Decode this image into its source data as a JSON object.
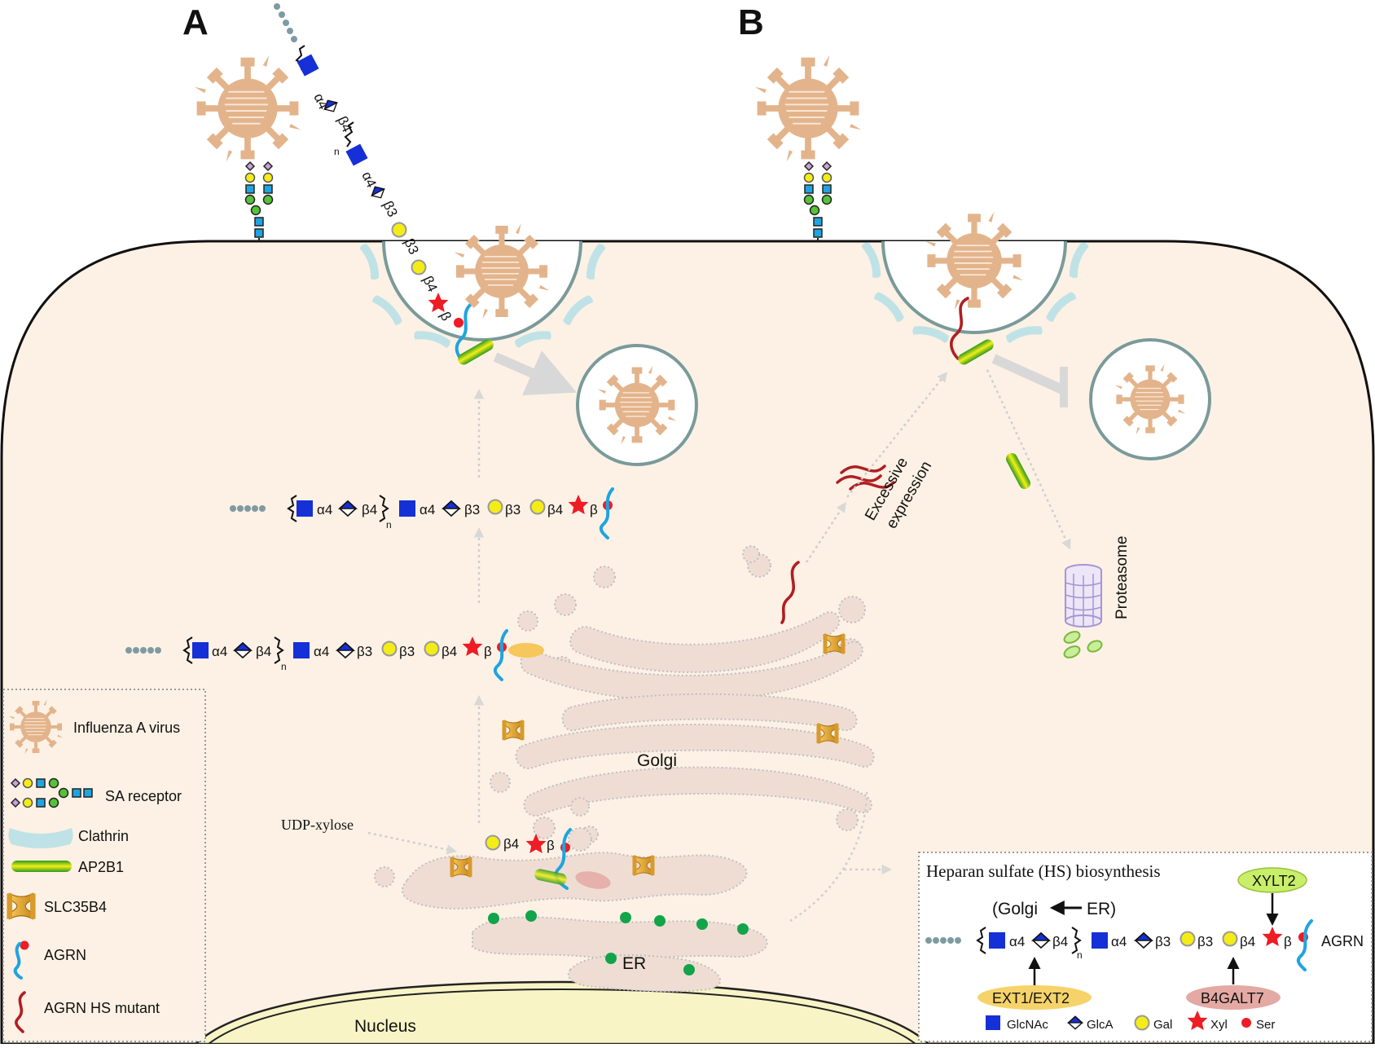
{
  "panels": {
    "a": "A",
    "b": "B"
  },
  "glyphs": {
    "n": "n"
  },
  "chain": {
    "a4": "α4",
    "b4": "β4",
    "b3": "β3",
    "b": "β"
  },
  "cell": {
    "golgi": "Golgi",
    "er": "ER",
    "nucleus": "Nucleus",
    "udp_xylose": "UDP-xylose",
    "excessive_expression_1": "Excessive",
    "excessive_expression_2": "expression",
    "proteasome": "Proteasome"
  },
  "legend": {
    "items": [
      {
        "icon": "influenza-virus-icon",
        "label": "Influenza A virus"
      },
      {
        "icon": "sa-receptor-icon",
        "label": "SA receptor"
      },
      {
        "icon": "clathrin-icon",
        "label": "Clathrin"
      },
      {
        "icon": "ap2b1-icon",
        "label": "AP2B1"
      },
      {
        "icon": "slc35b4-icon",
        "label": "SLC35B4"
      },
      {
        "icon": "agrn-icon",
        "label": "AGRN"
      },
      {
        "icon": "agrn-hs-mutant-icon",
        "label": "AGRN HS mutant"
      }
    ]
  },
  "hs_box": {
    "title": "Heparan sulfate (HS) biosynthesis",
    "golgi_er_left": "(Golgi",
    "golgi_er_right": "ER)",
    "xylt2": "XYLT2",
    "ext": "EXT1/EXT2",
    "b4galt7": "B4GALT7",
    "agrn": "AGRN",
    "key": {
      "glcnac": "GlcNAc",
      "glca": "GlcA",
      "gal": "Gal",
      "xyl": "Xyl",
      "ser": "Ser"
    }
  },
  "colors": {
    "cytoplasm": "#fcf1e4",
    "virus": "#e3b48c",
    "glcnac": "#1530d6",
    "gal": "#f4ec16",
    "xyl": "#ee1c25",
    "agrn": "#1ea4e0",
    "mutant": "#b01e23",
    "clathrin": "#bfe2e6",
    "organelle": "#efddd4"
  }
}
